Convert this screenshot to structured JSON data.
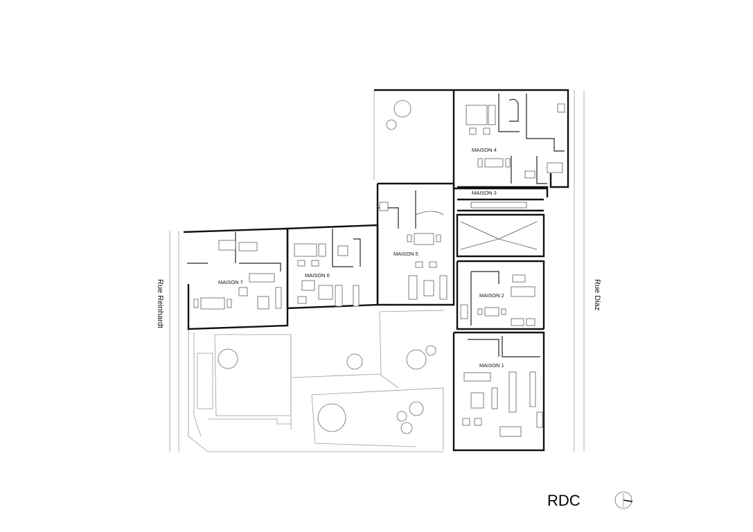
{
  "plan": {
    "title": "RDC",
    "streets": {
      "left": "Rue Reinhardt",
      "right": "Rue Diaz"
    },
    "houses": [
      {
        "id": "maison-1",
        "label": "MAISON 1"
      },
      {
        "id": "maison-2",
        "label": "MAISON 2"
      },
      {
        "id": "maison-3",
        "label": "MAISON 3"
      },
      {
        "id": "maison-4",
        "label": "MAISON 4"
      },
      {
        "id": "maison-5",
        "label": "MAISON 5"
      },
      {
        "id": "maison-6",
        "label": "MAISON 6"
      },
      {
        "id": "maison-7",
        "label": "MAISON 7"
      }
    ],
    "north_arrow": "north-arrow-icon"
  }
}
